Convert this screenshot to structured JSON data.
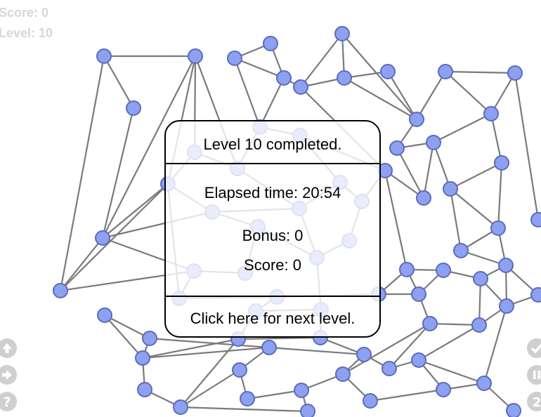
{
  "hud": {
    "score_text": "Score: 0",
    "level_text": "Level: 10"
  },
  "dialog": {
    "title": "Level 10 completed.",
    "elapsed": "Elapsed time: 20:54",
    "bonus": "Bonus: 0",
    "score": "Score: 0",
    "next": "Click here for next level."
  },
  "controls": {
    "left": [
      {
        "name": "up-arrow-icon",
        "glyph": "up"
      },
      {
        "name": "right-arrow-icon",
        "glyph": "right"
      },
      {
        "name": "help-icon",
        "glyph": "?"
      }
    ],
    "right": [
      {
        "name": "check-icon",
        "glyph": "check"
      },
      {
        "name": "pause-icon",
        "glyph": "pause"
      },
      {
        "name": "sound-icon",
        "glyph": "2"
      }
    ]
  },
  "colors": {
    "node_fill": "#8ea1f0",
    "node_stroke": "#5a6bbf",
    "edge": "#7a7a7a",
    "hud_text": "#d6d6d6",
    "control_fill": "#cfcfcf"
  }
}
